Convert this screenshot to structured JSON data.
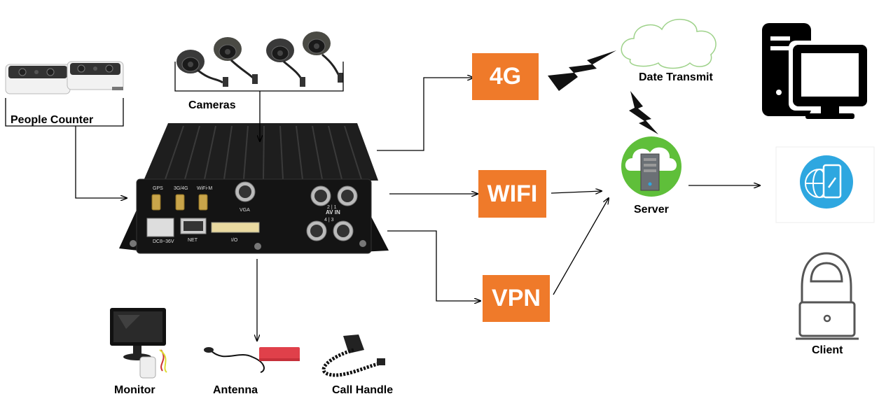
{
  "labels": {
    "people_counter": "People Counter",
    "cameras": "Cameras",
    "monitor": "Monitor",
    "antenna": "Antenna",
    "call_handle": "Call Handle",
    "date_transmit": "Date Transmit",
    "server": "Server",
    "client": "Client"
  },
  "network_boxes": {
    "box_4g": "4G",
    "wifi": "WIFI",
    "vpn": "VPN"
  },
  "dvr_panel": {
    "gps": "GPS",
    "g34": "3G/4G",
    "wifim": "WiFi-M",
    "vga": "VGA",
    "av_in": "AV IN",
    "dc": "DC8~36V",
    "net": "NET",
    "io": "I/O",
    "ch_top": "2 | 1",
    "ch_bottom": "4 | 3"
  },
  "colors": {
    "network_box": "#ef7a2a",
    "server_green": "#5fbf3a",
    "client_phone_blue": "#2ea7e0"
  },
  "icons": [
    "people-counter-sensor-icon",
    "dome-camera-icon",
    "mobile-dvr-icon",
    "monitor-icon",
    "antenna-icon",
    "call-handle-icon",
    "cloud-icon",
    "lightning-signal-icon",
    "server-icon",
    "desktop-computer-icon",
    "phone-globe-icon",
    "hooded-user-laptop-icon"
  ]
}
